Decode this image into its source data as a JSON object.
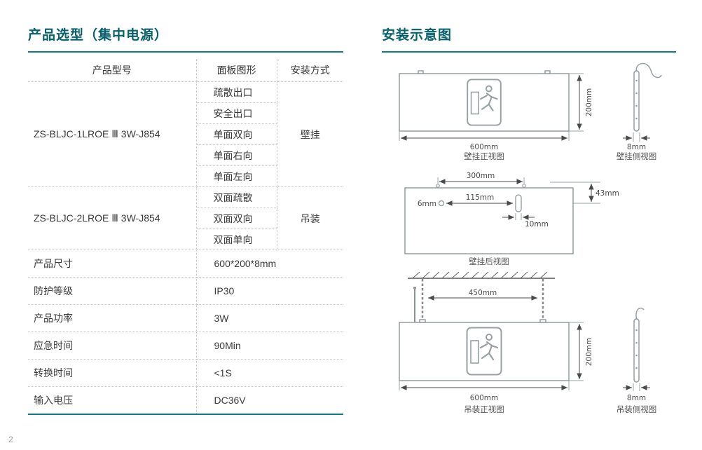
{
  "page": {
    "number": "2"
  },
  "left": {
    "title": "产品选型（集中电源）",
    "table": {
      "headers": [
        "产品型号",
        "面板图形",
        "安装方式"
      ],
      "groups": [
        {
          "model": "ZS-BLJC-1LROE Ⅲ 3W-J854",
          "panels": [
            "疏散出口",
            "安全出口",
            "单面双向",
            "单面右向",
            "单面左向"
          ],
          "mount": "壁挂"
        },
        {
          "model": "ZS-BLJC-2LROE Ⅲ 3W-J854",
          "panels": [
            "双面疏散",
            "双面双向",
            "双面单向"
          ],
          "mount": "吊装"
        }
      ],
      "specs": [
        {
          "label": "产品尺寸",
          "value": "600*200*8mm"
        },
        {
          "label": "防护等级",
          "value": "IP30"
        },
        {
          "label": "产品功率",
          "value": "3W"
        },
        {
          "label": "应急时间",
          "value": "90Min"
        },
        {
          "label": "转换时间",
          "value": "<1S"
        },
        {
          "label": "输入电压",
          "value": "DC36V"
        }
      ]
    }
  },
  "right": {
    "title": "安装示意图",
    "diagrams": {
      "wall_front": {
        "width_label": "600mm",
        "height_label": "200mm",
        "caption": "壁挂正视图"
      },
      "wall_side": {
        "width_label": "8mm",
        "caption": "壁挂侧视图"
      },
      "wall_rear": {
        "top_label": "300mm",
        "hole_label": "6mm",
        "mid_label": "115mm",
        "slot_label": "10mm",
        "right_label": "43mm",
        "caption": "壁挂后视图"
      },
      "ceiling_front": {
        "hanger_label": "450mm",
        "width_label": "600mm",
        "height_label": "200mm",
        "caption": "吊装正视图"
      },
      "ceiling_side": {
        "width_label": "8mm",
        "caption": "吊装侧视图"
      }
    }
  },
  "colors": {
    "accent": "#0c7b85",
    "text": "#3a3a3a",
    "line": "#c2cbce"
  }
}
